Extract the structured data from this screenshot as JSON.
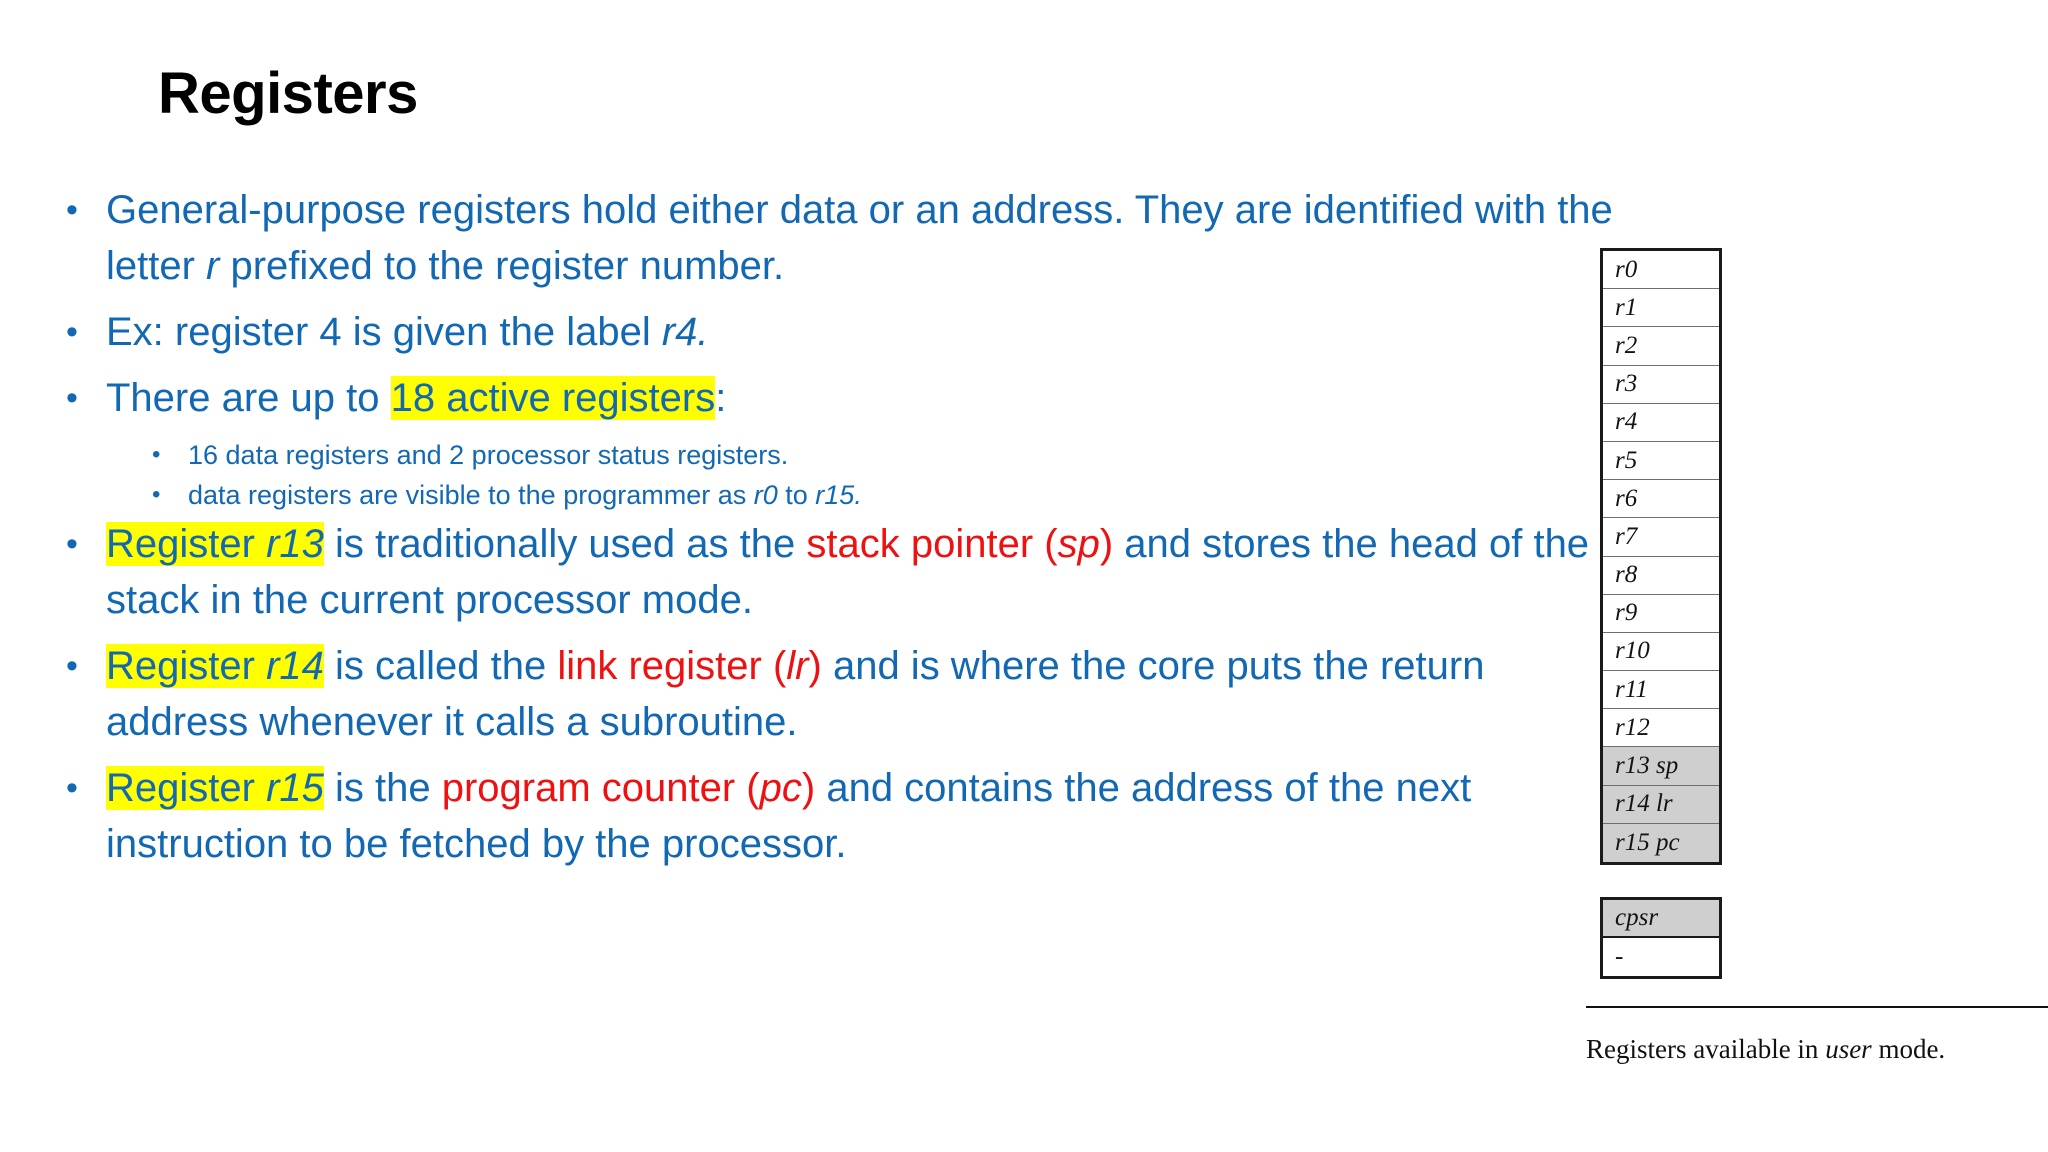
{
  "slide": {
    "title": "Registers",
    "bullet_glyph": "•",
    "colors": {
      "body_text": "#1268b3",
      "highlight": "#ffff00",
      "emphasis_red": "#ee1111",
      "title": "#000000",
      "shaded_row": "#cfcfcf"
    }
  },
  "bullets": [
    {
      "level": 1,
      "parts": [
        {
          "text": "General-purpose registers hold either data or an address. They are identified with the letter ",
          "style": "plain"
        },
        {
          "text": "r",
          "style": "italic"
        },
        {
          "text": " prefixed to the register number.",
          "style": "plain"
        }
      ],
      "plain": "General-purpose registers hold either data or an address. They are identified with the letter r prefixed to the register number."
    },
    {
      "level": 1,
      "parts": [
        {
          "text": "Ex: register 4 is given the label ",
          "style": "plain"
        },
        {
          "text": "r4.",
          "style": "italic"
        }
      ],
      "plain": "Ex: register 4 is given the label r4."
    },
    {
      "level": 1,
      "parts": [
        {
          "text": "There are up to ",
          "style": "plain"
        },
        {
          "text": "18 active registers",
          "style": "highlight"
        },
        {
          "text": ":",
          "style": "plain"
        }
      ],
      "plain": "There are up to 18 active registers:"
    },
    {
      "level": 2,
      "parts": [
        {
          "text": "16 data registers and 2 processor status registers.",
          "style": "plain"
        }
      ],
      "plain": "16 data registers and 2 processor status registers."
    },
    {
      "level": 2,
      "parts": [
        {
          "text": "data registers are visible to the programmer as ",
          "style": "plain"
        },
        {
          "text": "r0",
          "style": "italic"
        },
        {
          "text": " to ",
          "style": "plain"
        },
        {
          "text": "r15.",
          "style": "italic"
        }
      ],
      "plain": "data registers are visible to the programmer as r0 to r15."
    },
    {
      "level": 1,
      "parts": [
        {
          "text": "Register ",
          "style": "highlight"
        },
        {
          "text": "r13",
          "style": "highlight-italic"
        },
        {
          "text": " is traditionally used as the ",
          "style": "plain"
        },
        {
          "text": "stack pointer (",
          "style": "red"
        },
        {
          "text": "sp",
          "style": "red-italic"
        },
        {
          "text": ")",
          "style": "red"
        },
        {
          "text": " and stores the head of the stack in the current processor mode.",
          "style": "plain"
        }
      ],
      "plain": "Register r13 is traditionally used as the stack pointer (sp) and stores the head of the stack in the current processor mode."
    },
    {
      "level": 1,
      "parts": [
        {
          "text": "Register ",
          "style": "highlight"
        },
        {
          "text": "r14",
          "style": "highlight-italic"
        },
        {
          "text": " is called the ",
          "style": "plain"
        },
        {
          "text": "link register (",
          "style": "red"
        },
        {
          "text": "lr",
          "style": "red-italic"
        },
        {
          "text": ")",
          "style": "red"
        },
        {
          "text": " and is where the core puts the return address whenever it calls a subroutine.",
          "style": "plain"
        }
      ],
      "plain": "Register r14 is called the link register (lr) and is where the core puts the return address whenever it calls a subroutine."
    },
    {
      "level": 1,
      "parts": [
        {
          "text": "Register ",
          "style": "highlight"
        },
        {
          "text": "r15",
          "style": "highlight-italic"
        },
        {
          "text": " is the ",
          "style": "plain"
        },
        {
          "text": "program counter (",
          "style": "red"
        },
        {
          "text": "pc",
          "style": "red-italic"
        },
        {
          "text": ")",
          "style": "red"
        },
        {
          "text": " and contains the address of the next instruction to be fetched by the processor.",
          "style": "plain"
        }
      ],
      "plain": "Register r15 is the program counter (pc) and contains the address of the next instruction to be fetched by the processor."
    }
  ],
  "figure": {
    "register_bank": [
      {
        "label": "r0",
        "shaded": false
      },
      {
        "label": "r1",
        "shaded": false
      },
      {
        "label": "r2",
        "shaded": false
      },
      {
        "label": "r3",
        "shaded": false
      },
      {
        "label": "r4",
        "shaded": false
      },
      {
        "label": "r5",
        "shaded": false
      },
      {
        "label": "r6",
        "shaded": false
      },
      {
        "label": "r7",
        "shaded": false
      },
      {
        "label": "r8",
        "shaded": false
      },
      {
        "label": "r9",
        "shaded": false
      },
      {
        "label": "r10",
        "shaded": false
      },
      {
        "label": "r11",
        "shaded": false
      },
      {
        "label": "r12",
        "shaded": false
      },
      {
        "label": "r13 sp",
        "shaded": true
      },
      {
        "label": "r14 lr",
        "shaded": true
      },
      {
        "label": "r15 pc",
        "shaded": true
      }
    ],
    "status_block": [
      {
        "label": "cpsr",
        "shaded": true
      },
      {
        "label": "-",
        "shaded": false
      }
    ],
    "caption": {
      "prefix": "Registers available in ",
      "emphasis": "user",
      "suffix": " mode."
    }
  }
}
